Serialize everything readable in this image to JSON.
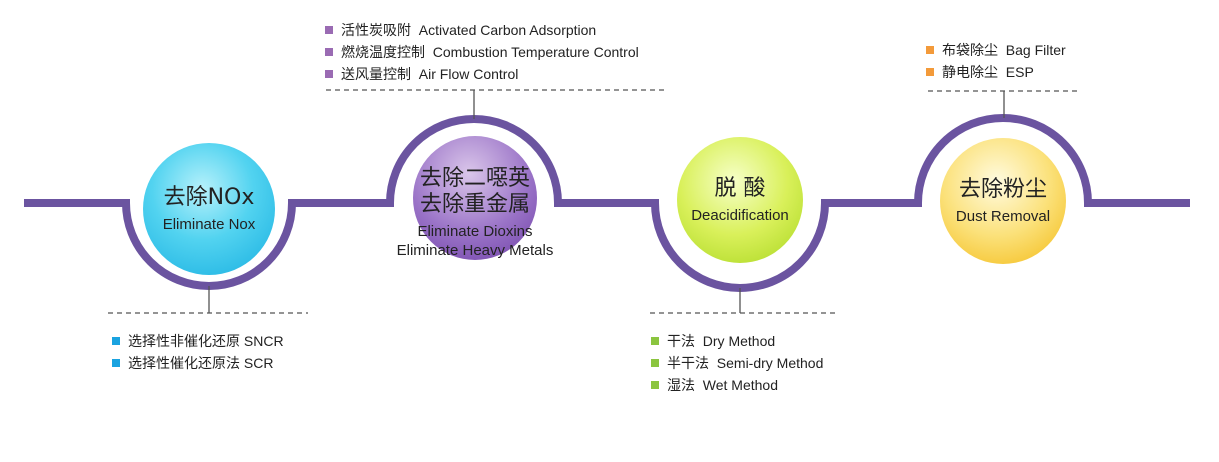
{
  "colors": {
    "track": "#6b54a0",
    "dashed_line": "#555555",
    "bullet_nox": "#1aa3e0",
    "bullet_dioxin": "#9a6bb3",
    "bullet_acid": "#8bc53f",
    "bullet_dust": "#f39a3a"
  },
  "stages": [
    {
      "cn": "去除NOx",
      "en": "Eliminate Nox",
      "color_name": "cyan"
    },
    {
      "cn1": "去除二噁英",
      "cn2": "去除重金属",
      "en1": "Eliminate Dioxins",
      "en2": "Eliminate Heavy Metals",
      "color_name": "purple"
    },
    {
      "cn": "脱 酸",
      "en": "Deacidification",
      "color_name": "lime"
    },
    {
      "cn": "去除粉尘",
      "en": "Dust Removal",
      "color_name": "yellow"
    }
  ],
  "lists": {
    "nox": [
      {
        "cn": "选择性非催化还原",
        "en": "SNCR"
      },
      {
        "cn": "选择性催化还原法",
        "en": "SCR"
      }
    ],
    "dioxin": [
      {
        "cn": "活性炭吸附",
        "en": "Activated Carbon Adsorption"
      },
      {
        "cn": "燃烧温度控制",
        "en": "Combustion Temperature Control"
      },
      {
        "cn": "送风量控制",
        "en": "Air Flow Control"
      }
    ],
    "acid": [
      {
        "cn": "干法",
        "en": "Dry Method"
      },
      {
        "cn": "半干法",
        "en": "Semi-dry Method"
      },
      {
        "cn": "湿法",
        "en": "Wet Method"
      }
    ],
    "dust": [
      {
        "cn": "布袋除尘",
        "en": "Bag Filter"
      },
      {
        "cn": "静电除尘",
        "en": "ESP"
      }
    ]
  }
}
